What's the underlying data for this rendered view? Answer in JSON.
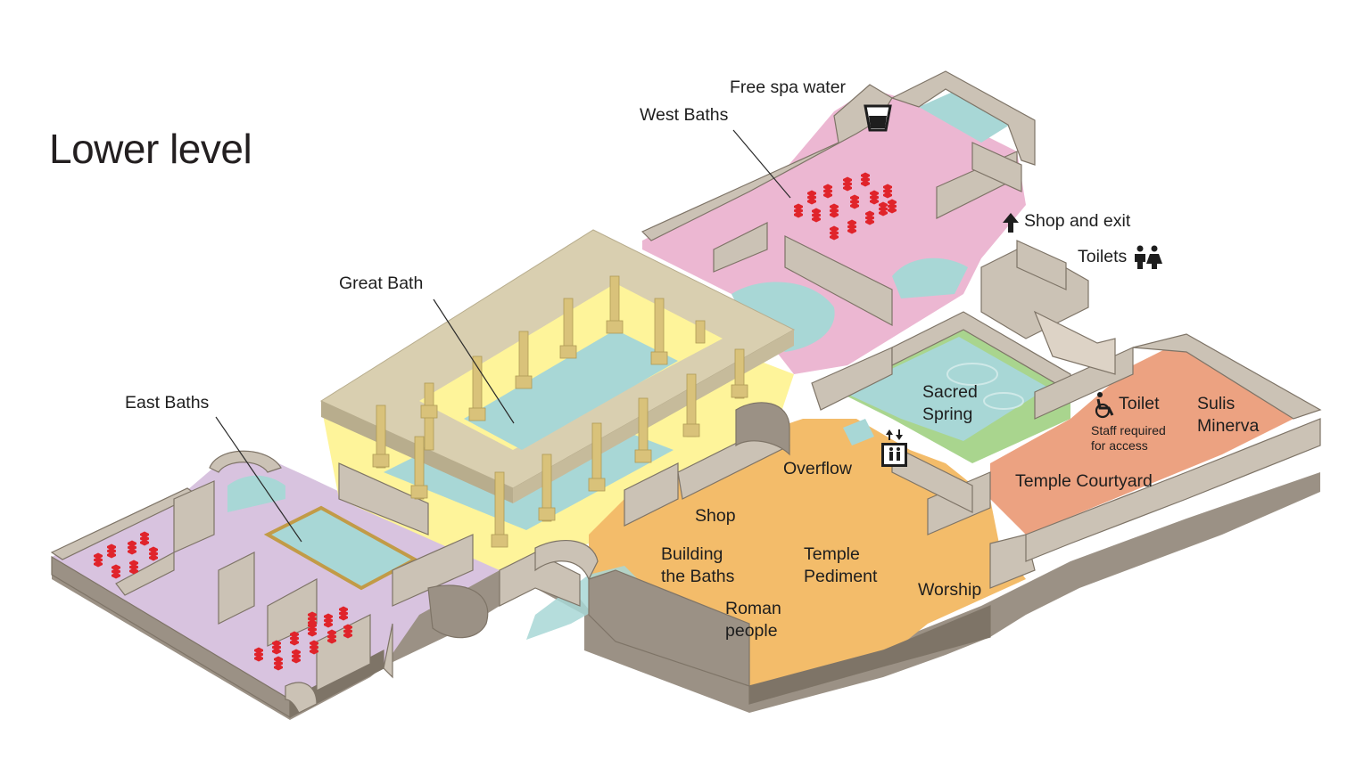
{
  "title": "Lower level",
  "labels": {
    "free_spa_water": "Free spa water",
    "west_baths": "West Baths",
    "shop_and_exit": "Shop and exit",
    "toilets": "Toilets",
    "great_bath": "Great Bath",
    "east_baths": "East Baths",
    "sacred_spring_1": "Sacred",
    "sacred_spring_2": "Spring",
    "toilet": "Toilet",
    "staff_required_1": "Staff required",
    "staff_required_2": "for access",
    "sulis_minerva_1": "Sulis",
    "sulis_minerva_2": "Minerva",
    "overflow": "Overflow",
    "temple_courtyard": "Temple Courtyard",
    "shop": "Shop",
    "building_baths_1": "Building",
    "building_baths_2": "the Baths",
    "temple_pediment_1": "Temple",
    "temple_pediment_2": "Pediment",
    "worship": "Worship",
    "roman_people_1": "Roman",
    "roman_people_2": "people"
  },
  "icons": [
    "cup-icon",
    "arrow-up-icon",
    "toilets-icon",
    "wheelchair-icon",
    "lift-icon"
  ],
  "colors": {
    "wall_top": "#cbc2b5",
    "wall_side": "#9b9185",
    "wall_dark": "#7e7467",
    "west_baths": "#ecb7d2",
    "east_baths": "#d8c3df",
    "great_bath": "#fef49a",
    "roof": "#d9cfb0",
    "water": "#a8d7d6",
    "sacred_spring": "#a9d58e",
    "museum": "#f3bc6a",
    "temple_courtyard": "#eca281",
    "rim": "#c29b47",
    "column": "#d9c27a",
    "marker": "#e0242b"
  }
}
